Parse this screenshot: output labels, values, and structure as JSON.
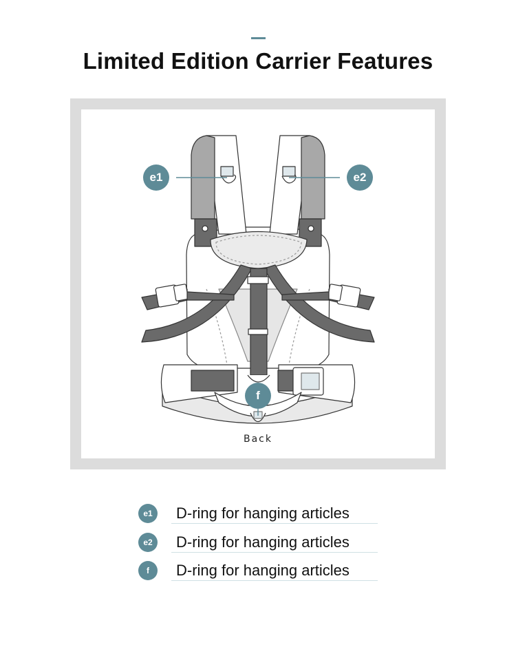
{
  "header": {
    "title": "Limited Edition Carrier Features"
  },
  "diagram": {
    "view_label": "Back",
    "callouts": [
      {
        "id": "e1",
        "label": "e1"
      },
      {
        "id": "e2",
        "label": "e2"
      },
      {
        "id": "f",
        "label": "f"
      }
    ]
  },
  "legend": {
    "items": [
      {
        "badge": "e1",
        "text": "D-ring for hanging articles"
      },
      {
        "badge": "e2",
        "text": "D-ring for hanging articles"
      },
      {
        "badge": "f",
        "text": "D-ring for hanging articles"
      }
    ]
  },
  "colors": {
    "accent": "#5e8b97",
    "frame": "#dcdcdc",
    "strap": "#6a6a6a",
    "pad": "#a8a8a8"
  }
}
